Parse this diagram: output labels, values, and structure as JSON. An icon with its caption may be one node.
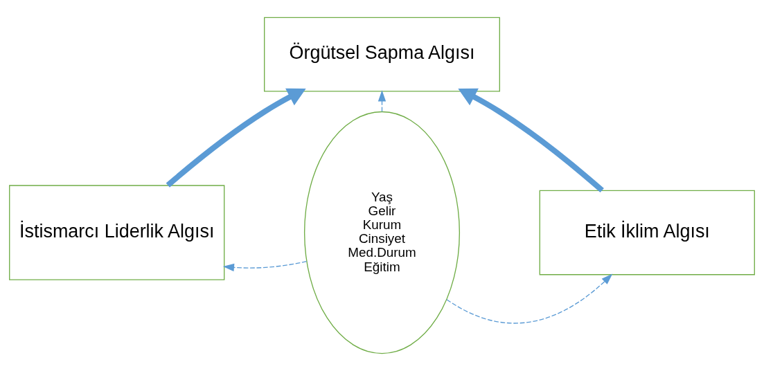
{
  "diagram": {
    "nodes": [
      {
        "text": [
          "Örgütsel Sapma Algısı"
        ]
      },
      {
        "text": [
          "İstismarcı Liderlik Algısı"
        ]
      },
      {
        "text": [
          "Etik İklim Algısı"
        ]
      },
      {
        "text": [
          "Yaş",
          "Gelir",
          "Kurum",
          "Cinsiyet",
          "Med.Durum",
          "Eğitim"
        ]
      }
    ],
    "edges": [
      {
        "from": 1,
        "to": 0,
        "arrow": "to",
        "style": "thick"
      },
      {
        "from": 2,
        "to": 0,
        "arrow": "to",
        "style": "thick"
      },
      {
        "from": 3,
        "to": 0,
        "arrow": "to",
        "style": "dashed"
      },
      {
        "from": 3,
        "to": 1,
        "arrow": "to",
        "style": "dashed"
      },
      {
        "from": 3,
        "to": 2,
        "arrow": "to",
        "style": "dashed"
      }
    ]
  }
}
